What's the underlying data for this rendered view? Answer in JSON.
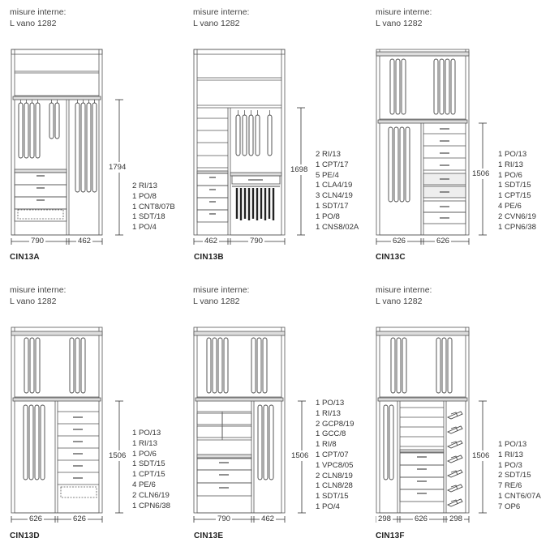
{
  "panels": [
    {
      "code": "CIN13A",
      "header": [
        "misure interne:",
        "L vano 1282"
      ],
      "height": "1794",
      "widths": [
        "790",
        "462"
      ],
      "components": [
        "2 RI/13",
        "1 PO/8",
        "1 CNT8/07B",
        "1 SDT/18",
        "1 PO/4"
      ]
    },
    {
      "code": "CIN13B",
      "header": [
        "misure interne:",
        "L vano 1282"
      ],
      "height": "1698",
      "widths": [
        "462",
        "790"
      ],
      "components": [
        "2 RI/13",
        "1 CPT/17",
        "5 PE/4",
        "1 CLA4/19",
        "3 CLN4/19",
        "1 SDT/17",
        "1 PO/8",
        "1 CNS8/02A"
      ]
    },
    {
      "code": "CIN13C",
      "header": [
        "misure interne:",
        "L vano 1282"
      ],
      "height": "1506",
      "widths": [
        "626",
        "626"
      ],
      "components": [
        "1 PO/13",
        "1 RI/13",
        "1 PO/6",
        "1 SDT/15",
        "1 CPT/15",
        "4 PE/6",
        "2 CVN6/19",
        "1 CPN6/38"
      ]
    },
    {
      "code": "CIN13D",
      "header": [
        "misure interne:",
        "L vano 1282"
      ],
      "height": "1506",
      "widths": [
        "626",
        "626"
      ],
      "components": [
        "1 PO/13",
        "1 RI/13",
        "1 PO/6",
        "1 SDT/15",
        "1 CPT/15",
        "4 PE/6",
        "2 CLN6/19",
        "1 CPN6/38"
      ]
    },
    {
      "code": "CIN13E",
      "header": [
        "misure interne:",
        "L vano 1282"
      ],
      "height": "1506",
      "widths": [
        "790",
        "462"
      ],
      "components": [
        "1 PO/13",
        "1 RI/13",
        "2 GCP8/19",
        "1 GCC/8",
        "1 RI/8",
        "1 CPT/07",
        "1 VPC8/05",
        "2 CLN8/19",
        "1 CLN8/28",
        "1 SDT/15",
        "1 PO/4"
      ]
    },
    {
      "code": "CIN13F",
      "header": [
        "misure interne:",
        "L vano 1282"
      ],
      "height": "1506",
      "widths": [
        "298",
        "626",
        "298"
      ],
      "components": [
        "1 PO/13",
        "1 RI/13",
        "1 PO/3",
        "2 SDT/15",
        "7 RE/6",
        "1 CNT6/07A",
        "7 OP6"
      ]
    }
  ]
}
